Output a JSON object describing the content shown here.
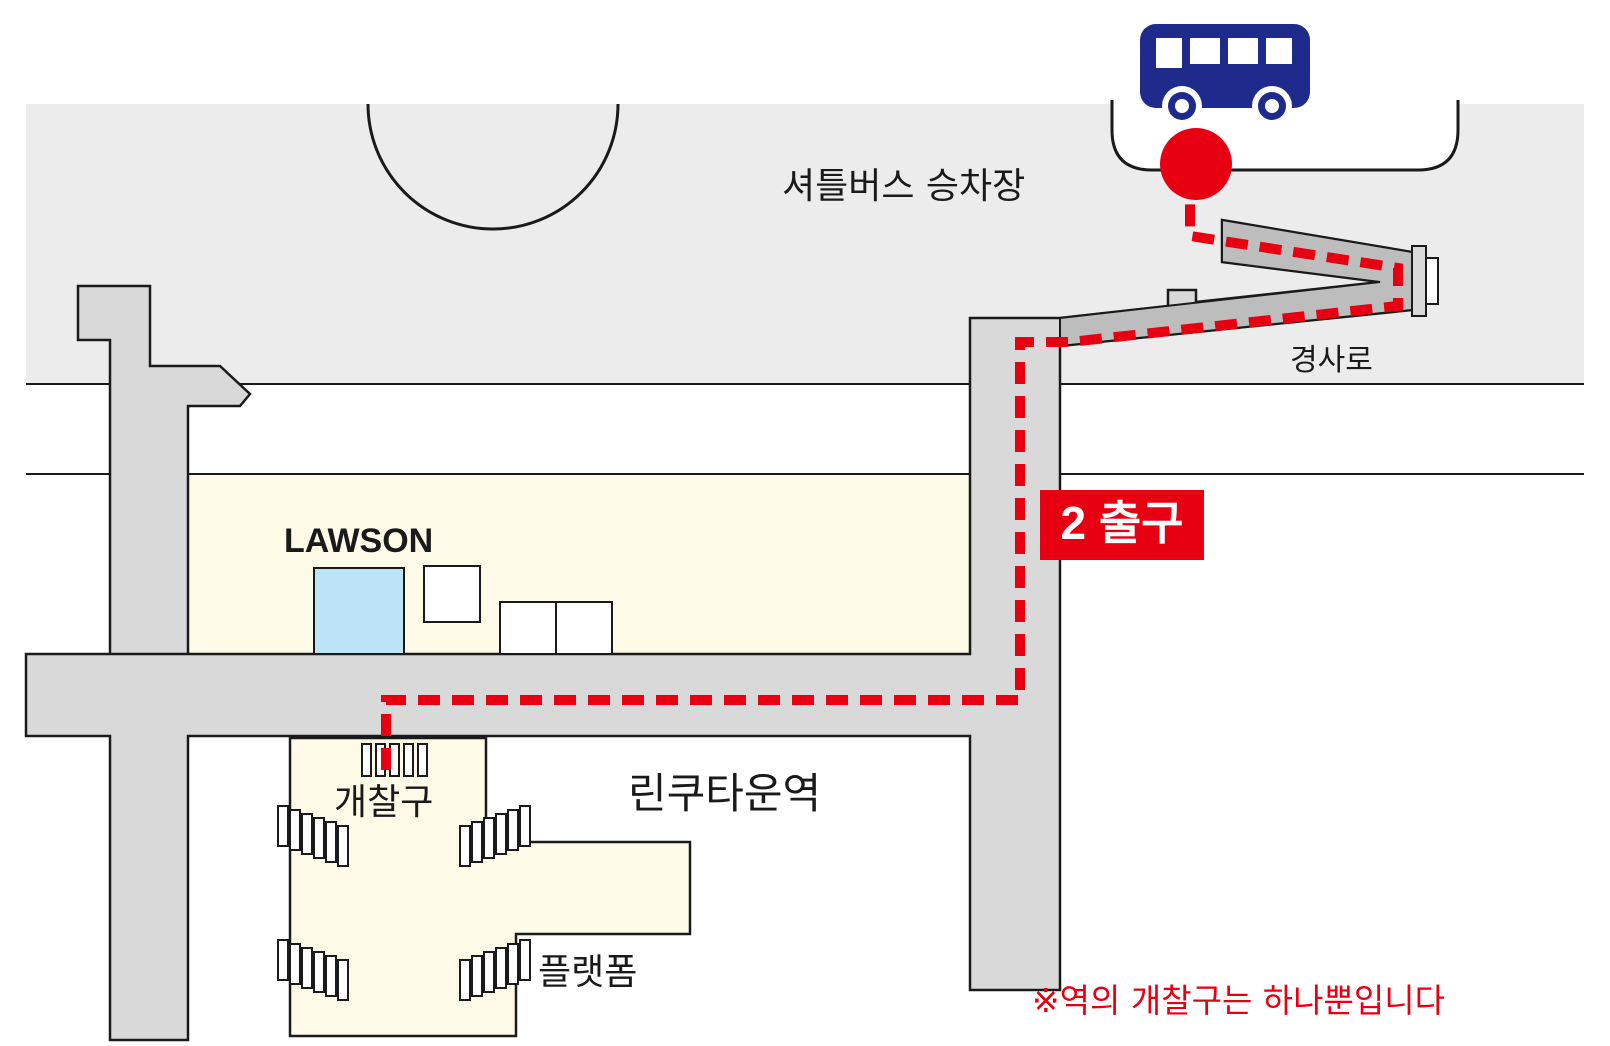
{
  "labels": {
    "shuttle_stop": "셔틀버스 승차장",
    "ramp": "경사로",
    "store": "LAWSON",
    "exit": "2 출구",
    "station": "린쿠타운역",
    "ticket_gate": "개찰구",
    "platform": "플랫폼",
    "note": "※역의 개찰구는 하나뿐입니다"
  },
  "icons": {
    "bus": "bus-icon",
    "stop_marker": "red-circle-icon"
  },
  "colors": {
    "walkway": "#d9d9d9",
    "road_area": "#ececec",
    "station_area": "#fdfbe8",
    "store_fill": "#bde3f7",
    "route": "#e60012",
    "bus": "#1e2a8c",
    "exit_badge": "#e60012"
  }
}
